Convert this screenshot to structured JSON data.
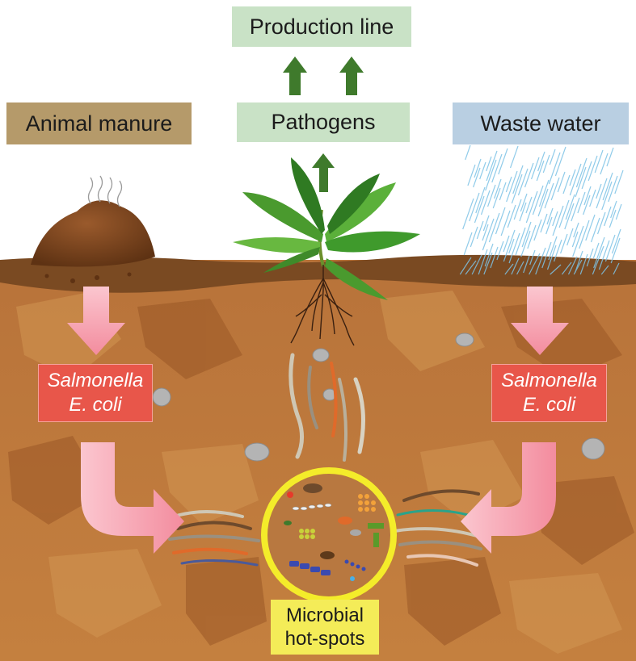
{
  "labels": {
    "production_line": "Production line",
    "pathogens": "Pathogens",
    "animal_manure": "Animal manure",
    "waste_water": "Waste water",
    "left_pathogens": {
      "line1": "Salmonella",
      "line2": "E. coli"
    },
    "right_pathogens": {
      "line1": "Salmonella",
      "line2": "E. coli"
    },
    "hotspots": {
      "line1": "Microbial",
      "line2": "hot-spots"
    }
  },
  "colors": {
    "soil": "#c07a3a",
    "soil_dark": "#9a5726",
    "soil_light": "#d29652",
    "surface": "#7a4a22",
    "green_box": "#c9e2c6",
    "manure_box": "#b59a6a",
    "water_box": "#b9cfe2",
    "pathogen_box": "#e8564a",
    "hotspot_box": "#f4ec58",
    "flow_arrow": "#f7a4b2",
    "up_arrow": "#3f7a2c",
    "leaf": "#3f9a2c",
    "rain": "#7ec3e6"
  },
  "icons": [
    "manure-pile-icon",
    "rain-icon",
    "plant-icon",
    "roots-icon",
    "worm-icon",
    "bacteria-icon",
    "stone-icon"
  ]
}
